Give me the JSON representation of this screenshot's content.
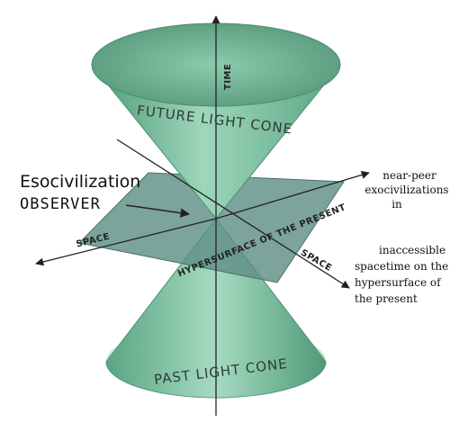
{
  "diagram": {
    "future_cone_label": "FUTURE LIGHT CONE",
    "past_cone_label": "PAST LIGHT CONE",
    "time_label": "TIME",
    "space_label_left": "SPACE",
    "space_label_right": "SPACE",
    "hypersurface_label": "HYPERSURFACE OF THE PRESENT",
    "observer_title": "Esocivilization",
    "observer_subtitle": "OBSERVER",
    "note_near_peer": [
      "near-peer",
      "exocivilizations",
      "in"
    ],
    "note_inaccessible": [
      "inaccessible",
      "spacetime on the",
      "hypersurface of",
      "the present"
    ]
  },
  "colors": {
    "cone_fill": "#7fc7a4",
    "cone_dark": "#4f9a78",
    "plane_fill": "#5f8f86",
    "axis": "#222222"
  }
}
